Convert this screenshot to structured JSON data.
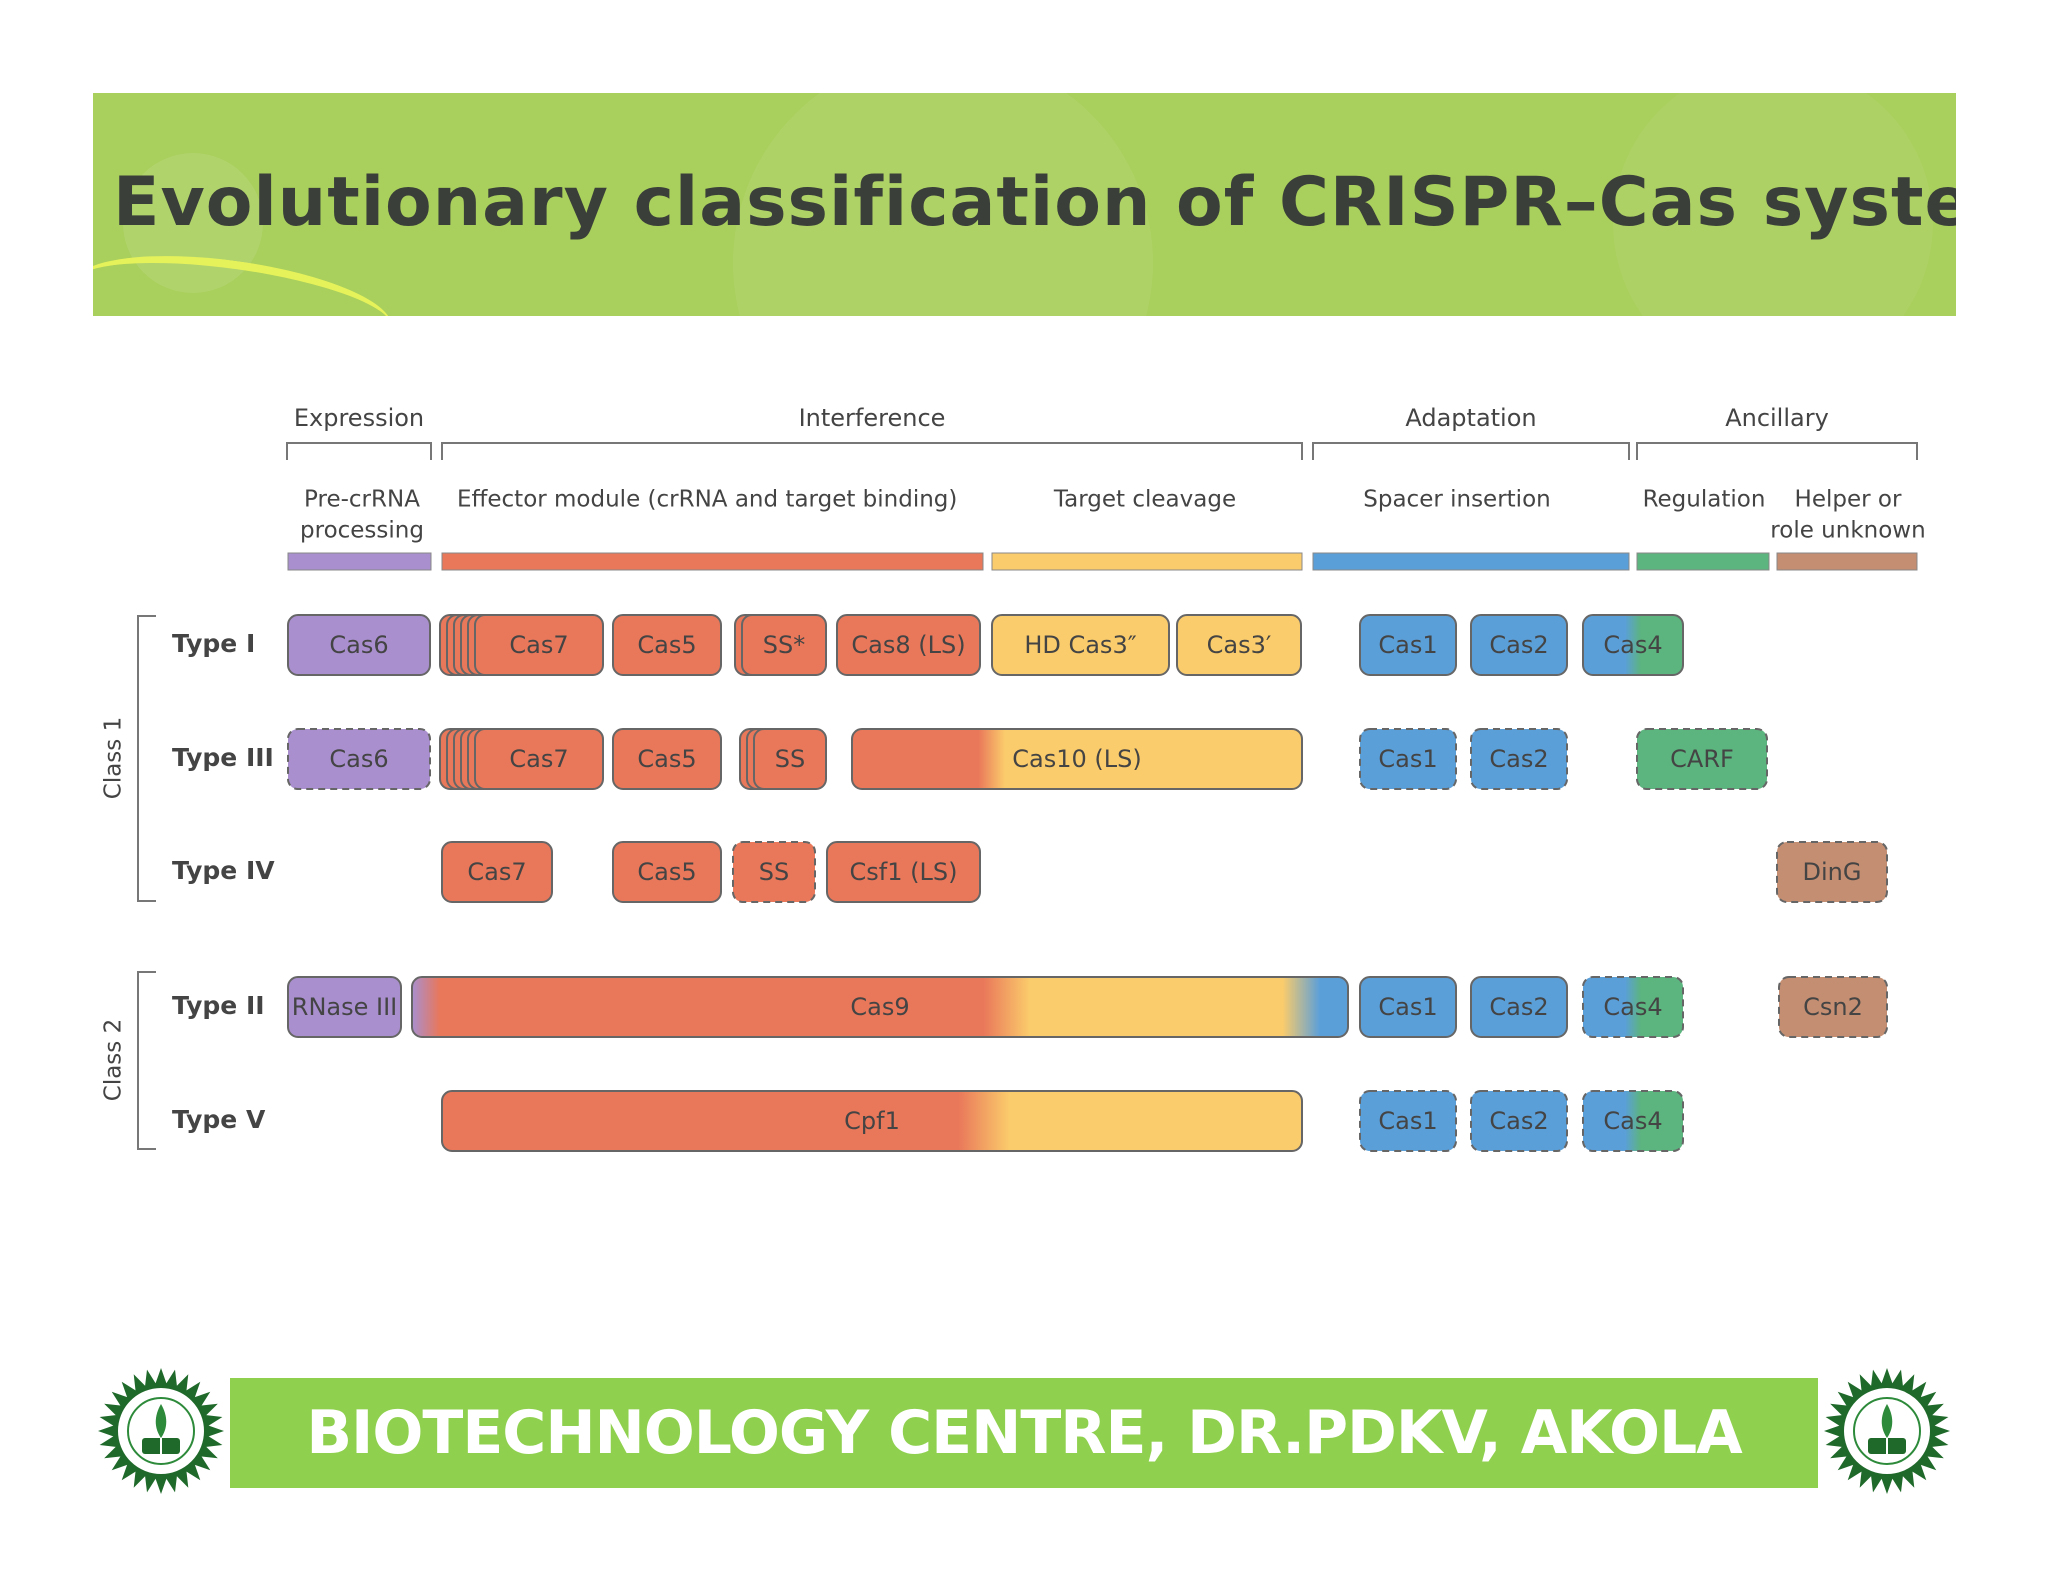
{
  "title": "Evolutionary classification of CRISPR–Cas systems",
  "footer": "BIOTECHNOLOGY CENTRE, DR.PDKV, AKOLA",
  "colors": {
    "banner": "#a9cf5c",
    "footer_band": "#8fd14f",
    "expression": "#a98fce",
    "effector": "#e9775a",
    "target_cleavage": "#fbcc6b",
    "adaptation": "#5b9fd9",
    "regulation": "#5cb47e",
    "helper": "#c48e72"
  },
  "stage_headers": [
    "Expression",
    "Interference",
    "Adaptation",
    "Ancillary"
  ],
  "modules": [
    "Pre-crRNA processing",
    "Effector module (crRNA and target binding)",
    "Target cleavage",
    "Spacer insertion",
    "Regulation",
    "Helper or role unknown"
  ],
  "classes": [
    "Class 1",
    "Class 2"
  ],
  "types": [
    "Type I",
    "Type III",
    "Type IV",
    "Type II",
    "Type V"
  ],
  "components": {
    "type_i": [
      "Cas6",
      "Cas7",
      "Cas5",
      "SS*",
      "Cas8 (LS)",
      "HD Cas3″",
      "Cas3′",
      "Cas1",
      "Cas2",
      "Cas4"
    ],
    "type_iii": [
      "Cas6",
      "Cas7",
      "Cas5",
      "SS",
      "Cas10 (LS)",
      "Cas1",
      "Cas2",
      "CARF"
    ],
    "type_iv": [
      "Cas7",
      "Cas5",
      "SS",
      "Csf1 (LS)",
      "DinG"
    ],
    "type_ii": [
      "RNase III",
      "Cas9",
      "Cas1",
      "Cas2",
      "Cas4",
      "Csn2"
    ],
    "type_v": [
      "Cpf1",
      "Cas1",
      "Cas2",
      "Cas4"
    ]
  },
  "logo_icon": "university-emblem-icon"
}
